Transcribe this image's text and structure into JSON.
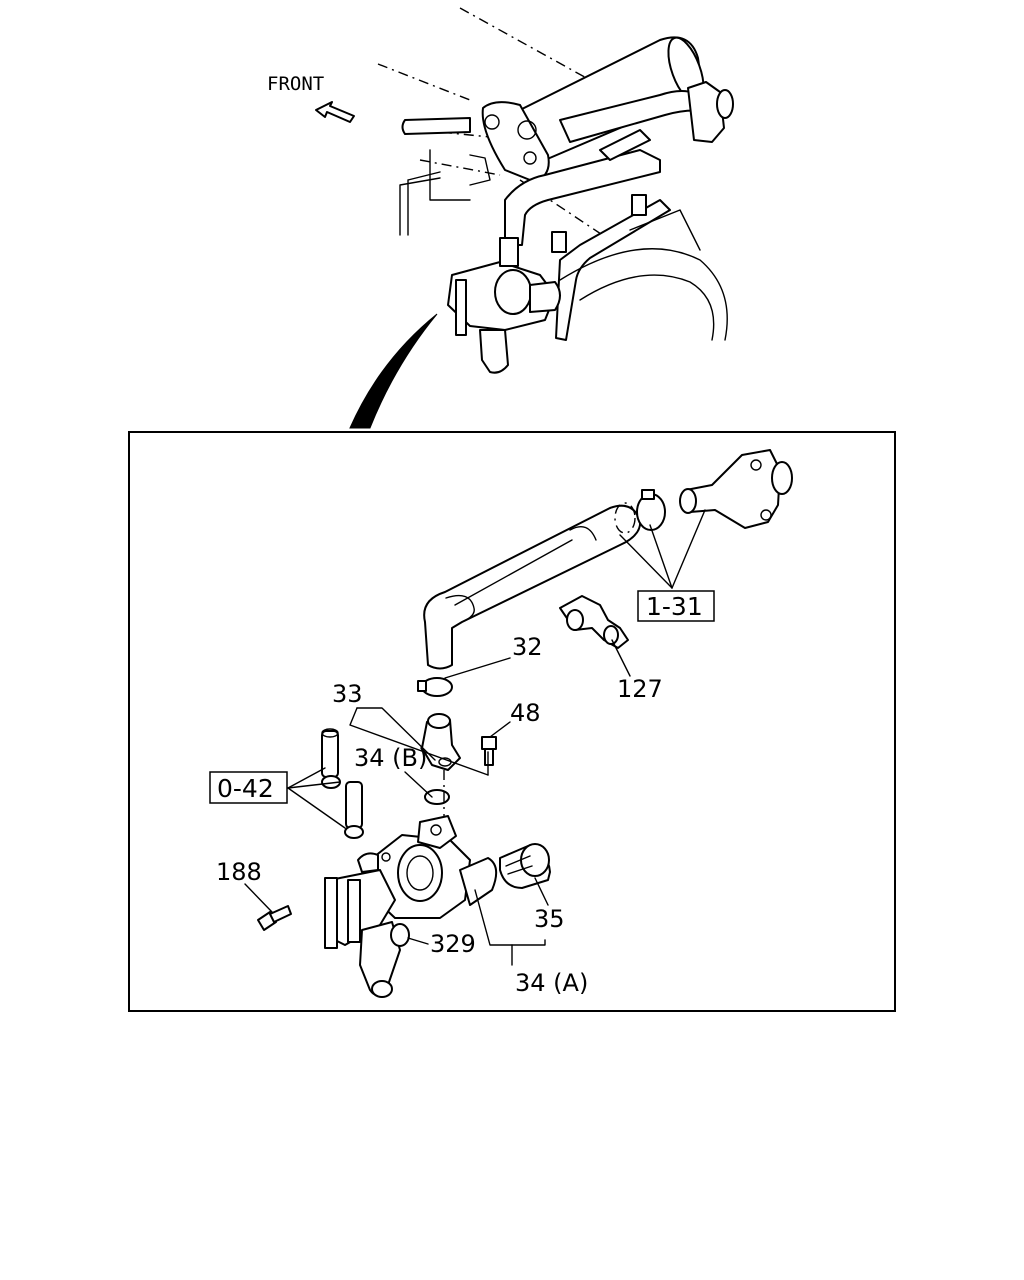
{
  "front_label": "FRONT",
  "callouts": {
    "c32": "32",
    "c33": "33",
    "c34b": "34 (B)",
    "c48": "48",
    "c127": "127",
    "c188": "188",
    "c329": "329",
    "c35": "35",
    "c34a": "34 (A)"
  },
  "references": {
    "r131": "1-31",
    "r042": "0-42"
  }
}
